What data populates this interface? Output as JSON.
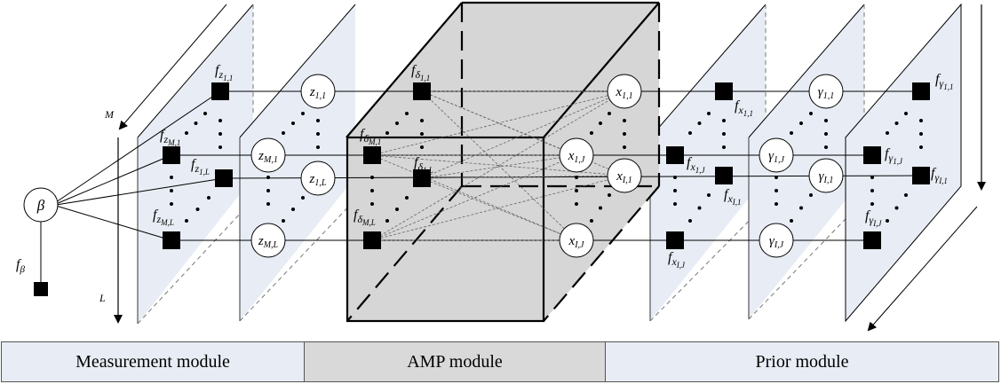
{
  "colors": {
    "panel_fill": "#e8edf5",
    "cube_fill": "#d6d6d6",
    "stroke": "#000000",
    "factor_fill": "#000000",
    "variable_fill": "#ffffff"
  },
  "axes": {
    "M": "M",
    "L": "L"
  },
  "beta": {
    "variable": "β",
    "factor_label": "f",
    "factor_sub": "β"
  },
  "measurement": {
    "factors": [
      {
        "base": "f",
        "sub": "z",
        "idx": "1,1"
      },
      {
        "base": "f",
        "sub": "z",
        "idx": "M,1"
      },
      {
        "base": "f",
        "sub": "z",
        "idx": "1,L"
      },
      {
        "base": "f",
        "sub": "z",
        "idx": "M,L"
      }
    ],
    "variables": [
      {
        "base": "z",
        "idx": "1,1"
      },
      {
        "base": "z",
        "idx": "M,1"
      },
      {
        "base": "z",
        "idx": "1,L"
      },
      {
        "base": "z",
        "idx": "M,L"
      }
    ]
  },
  "amp": {
    "factors": [
      {
        "base": "f",
        "sub": "δ",
        "idx": "1,1"
      },
      {
        "base": "f",
        "sub": "δ",
        "idx": "M,1"
      },
      {
        "base": "f",
        "sub": "δ",
        "idx": "1,L"
      },
      {
        "base": "f",
        "sub": "δ",
        "idx": "M,L"
      }
    ],
    "variables": [
      {
        "base": "x",
        "idx": "1,1"
      },
      {
        "base": "x",
        "idx": "1,J"
      },
      {
        "base": "x",
        "idx": "I,1"
      },
      {
        "base": "x",
        "idx": "I,J"
      }
    ]
  },
  "prior": {
    "x_factors": [
      {
        "base": "f",
        "sub": "x",
        "idx": "1,1"
      },
      {
        "base": "f",
        "sub": "x",
        "idx": "1,J"
      },
      {
        "base": "f",
        "sub": "x",
        "idx": "I,1"
      },
      {
        "base": "f",
        "sub": "x",
        "idx": "I,J"
      }
    ],
    "gamma_vars": [
      {
        "base": "γ",
        "idx": "1,1"
      },
      {
        "base": "γ",
        "idx": "1,J"
      },
      {
        "base": "γ",
        "idx": "I,1"
      },
      {
        "base": "γ",
        "idx": "I,J"
      }
    ],
    "gamma_factors": [
      {
        "base": "f",
        "sub": "γ",
        "idx": "1,1"
      },
      {
        "base": "f",
        "sub": "γ",
        "idx": "1,J"
      },
      {
        "base": "f",
        "sub": "γ",
        "idx": "I,1"
      },
      {
        "base": "f",
        "sub": "γ",
        "idx": "I,J"
      }
    ]
  },
  "modules": {
    "measurement": "Measurement module",
    "amp": "AMP module",
    "prior": "Prior module"
  }
}
